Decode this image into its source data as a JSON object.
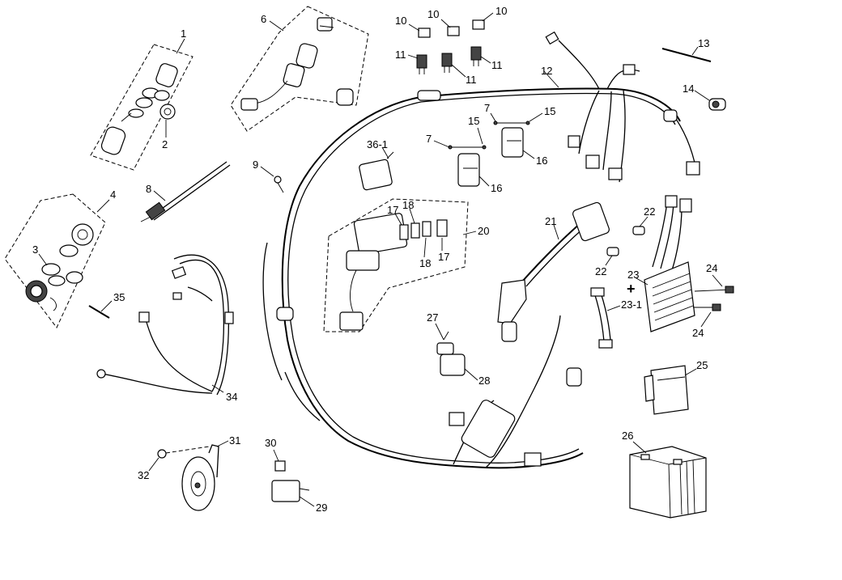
{
  "diagram": {
    "callouts": {
      "c1": "1",
      "c2": "2",
      "c3": "3",
      "c4": "4",
      "c6": "6",
      "c7a": "7",
      "c7b": "7",
      "c8": "8",
      "c9": "9",
      "c10a": "10",
      "c10b": "10",
      "c10c": "10",
      "c11a": "11",
      "c11b": "11",
      "c11c": "11",
      "c12": "12",
      "c13": "13",
      "c14": "14",
      "c15a": "15",
      "c15b": "15",
      "c16a": "16",
      "c16b": "16",
      "c17a": "17",
      "c17b": "17",
      "c18a": "18",
      "c18b": "18",
      "c20": "20",
      "c21": "21",
      "c22a": "22",
      "c22b": "22",
      "c23": "23",
      "c23_1": "23-1",
      "c24a": "24",
      "c24b": "24",
      "c25": "25",
      "c26": "26",
      "c27": "27",
      "c28": "28",
      "c29": "29",
      "c30": "30",
      "c31": "31",
      "c32": "32",
      "c34": "34",
      "c35": "35",
      "c36_1": "36-1"
    },
    "plus_mark": "+"
  }
}
